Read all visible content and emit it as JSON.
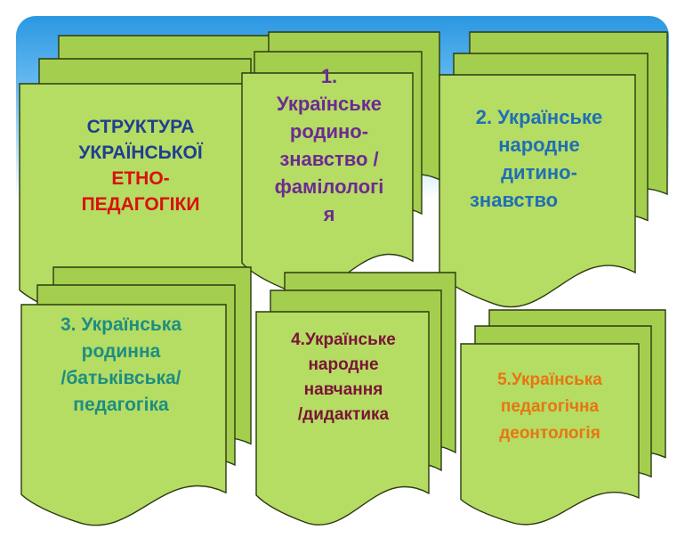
{
  "colors": {
    "card_fill": "#b5dc63",
    "card_shade": "#a4cf4e",
    "card_border": "#2b3a10",
    "title_dark": "#1f3f8f",
    "title_accent": "#d8110e",
    "text_purple": "#6d2a93",
    "text_blue": "#1f6fb6",
    "text_teal": "#1d8e82",
    "text_maroon": "#7a1437",
    "text_orange": "#e87512"
  },
  "cards": {
    "structure": {
      "lines": [
        "СТРУКТУРА",
        "УКРАЇНСЬКОЇ",
        "ЕТНО-",
        "ПЕДАГОГІКИ"
      ]
    },
    "family_studies": {
      "lines": [
        "1.",
        "Українське",
        "родино-",
        "знавство /",
        "фамілологі",
        "я"
      ]
    },
    "child_studies": {
      "lines": [
        "2. Українське",
        "народне",
        "дитино-",
        "знавство"
      ]
    },
    "family_pedagogy": {
      "lines": [
        "3. Українська",
        "родинна",
        "/батьківська/",
        "педагогіка"
      ]
    },
    "didactics": {
      "lines": [
        "4.Українське",
        "народне",
        "навчання",
        "/дидактика"
      ]
    },
    "deontology": {
      "lines": [
        "5.Українська",
        "педагогічна",
        "деонтологія"
      ]
    }
  }
}
